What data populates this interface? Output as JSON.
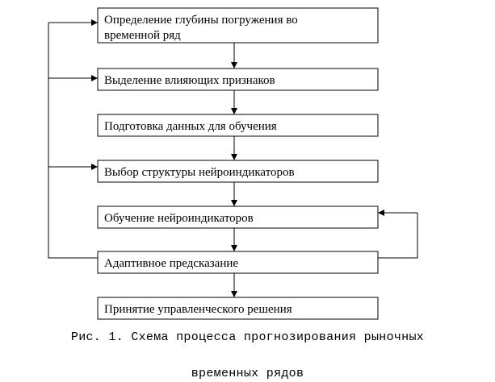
{
  "diagram": {
    "steps": [
      {
        "lines": [
          "Определение глубины погружения во",
          "временной ряд"
        ]
      },
      {
        "lines": [
          "Выделение влияющих признаков"
        ]
      },
      {
        "lines": [
          "Подготовка данных для обучения"
        ]
      },
      {
        "lines": [
          "Выбор структуры нейроиндикаторов"
        ]
      },
      {
        "lines": [
          "Обучение нейроиндикаторов"
        ]
      },
      {
        "lines": [
          "Адаптивное предсказание"
        ]
      },
      {
        "lines": [
          "Принятие управленческого решения"
        ]
      }
    ],
    "caption": {
      "line1": "Рис. 1. Схема процесса прогнозирования рыночных",
      "line2": "временных рядов"
    }
  }
}
